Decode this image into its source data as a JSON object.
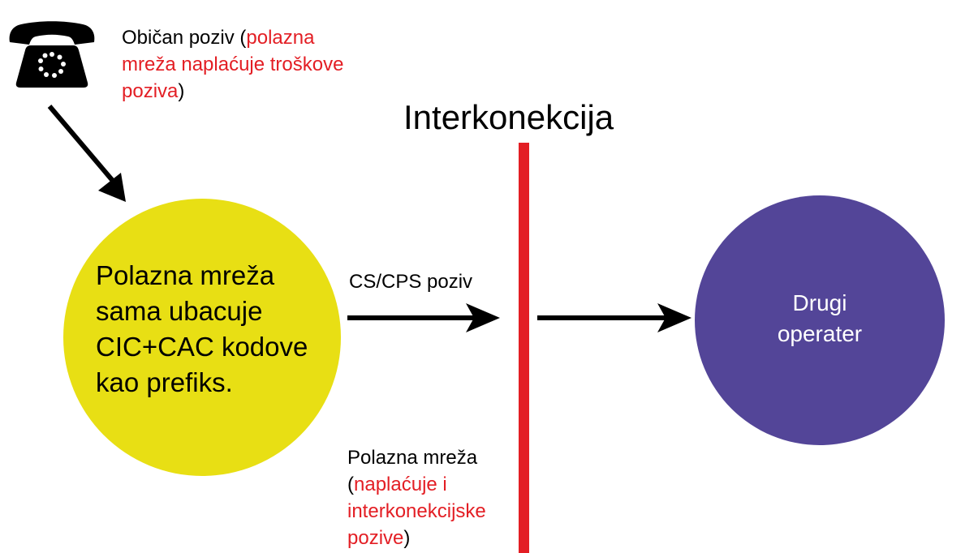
{
  "diagram": {
    "title": "Interkonekcija",
    "top_caption": {
      "black_prefix": "Običan poziv (",
      "red_text": "polazna mreža naplaćuje troškove poziva",
      "black_suffix": ")"
    },
    "origin_network": {
      "text": "Polazna mreža\nsama ubacuje\nCIC+CAC kodove\nkao prefiks."
    },
    "operator": {
      "text": "Drugi\noperater"
    },
    "call_label": "CS/CPS poziv",
    "bottom_caption": {
      "black_prefix": "Polazna mreža (",
      "red_text": "naplaćuje i interkonekcijske pozive",
      "black_suffix": ")"
    },
    "colors": {
      "origin_circle": "#e8df14",
      "operator_circle": "#534598",
      "interconnect_line": "#e31e24",
      "highlight_text": "#e31e24"
    },
    "icons": {
      "phone": "telephone-icon",
      "arrows": "arrow-icon"
    }
  }
}
